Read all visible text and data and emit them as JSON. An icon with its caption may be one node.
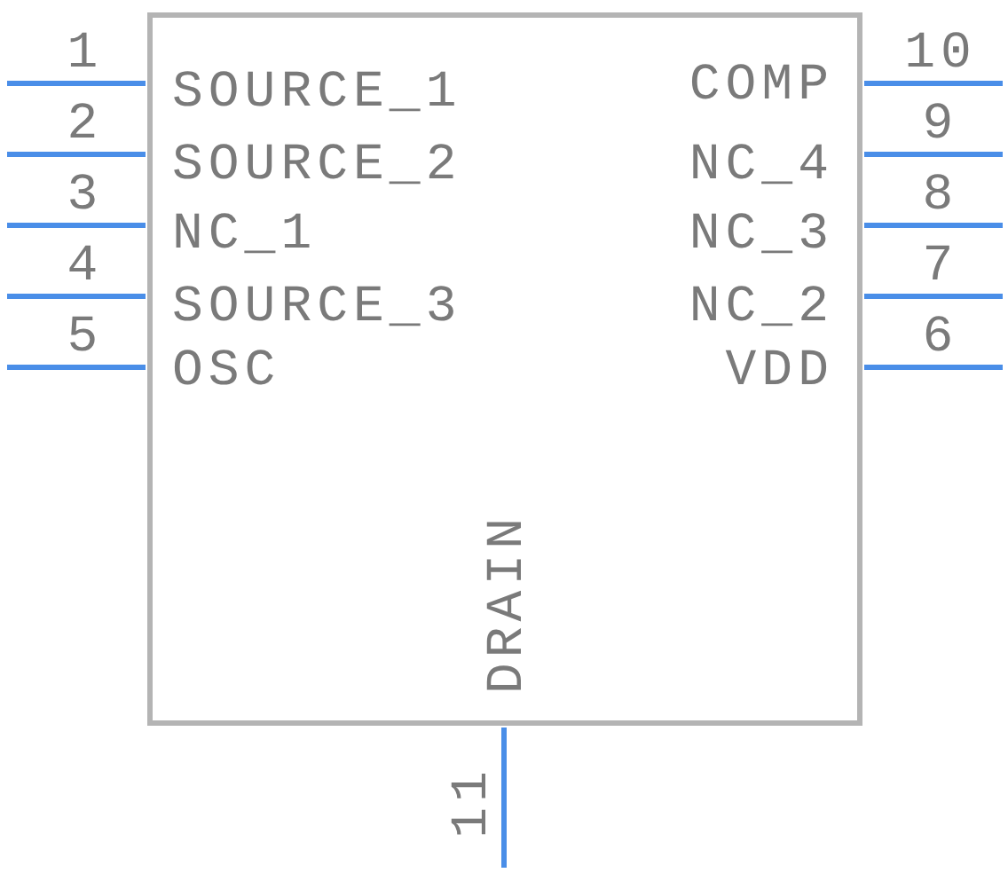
{
  "diagram": {
    "nodes": [
      {
        "text": [],
        "shape": "box"
      }
    ],
    "labels": [
      "1",
      "SOURCE_1",
      "COMP",
      "10",
      "2",
      "SOURCE_2",
      "NC_4",
      "9",
      "3",
      "NC_1",
      "NC_3",
      "8",
      "4",
      "SOURCE_3",
      "NC_2",
      "7",
      "5",
      "OSC",
      "VDD",
      "6",
      "DRAIN",
      "11"
    ]
  }
}
